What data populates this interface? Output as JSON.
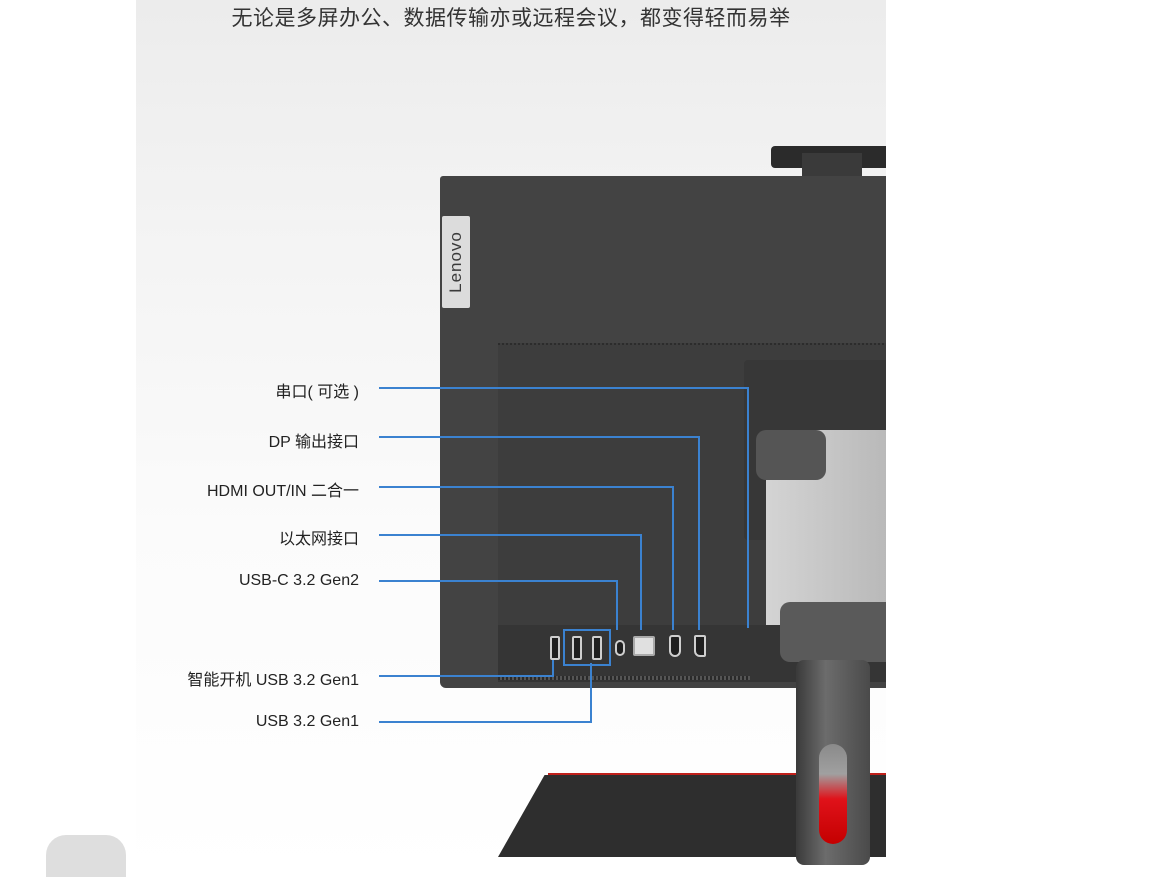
{
  "headline": "无论是多屏办公、数据传输亦或远程会议，都变得轻而易举",
  "brand_logo": "Lenovo",
  "callouts": {
    "serial": "串口( 可选 )",
    "dp_out": "DP 输出接口",
    "hdmi": "HDMI OUT/IN 二合一",
    "ethernet": "以太网接口",
    "usbc": "USB-C 3.2 Gen2",
    "smart_power_usb": "智能开机 USB 3.2 Gen1",
    "usb": "USB 3.2 Gen1"
  },
  "colors": {
    "callout_line": "#3b82d0",
    "device_body": "#434343",
    "accent_red": "#c0201b"
  },
  "icons": [
    "usb-a-port-icon",
    "usb-c-port-icon",
    "ethernet-port-icon",
    "hdmi-port-icon",
    "displayport-icon",
    "lenovo-logo"
  ]
}
